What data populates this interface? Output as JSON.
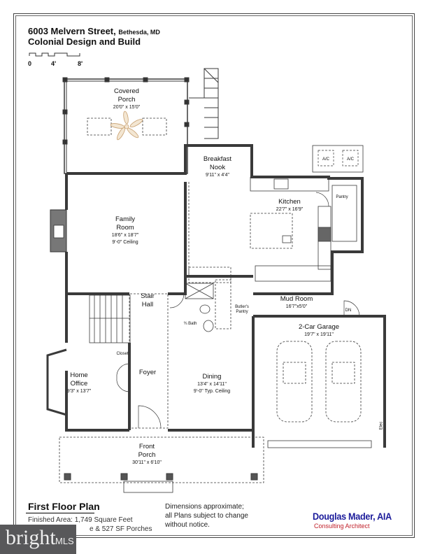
{
  "header": {
    "address": "6003 Melvern Street,",
    "city": "Bethesda, MD",
    "builder": "Colonial Design and Build",
    "scale_labels": [
      "0",
      "4'",
      "8'"
    ]
  },
  "rooms": {
    "covered_porch": {
      "name1": "Covered",
      "name2": "Porch",
      "dim": "20'0\" x 15'0\""
    },
    "breakfast_nook": {
      "name1": "Breakfast",
      "name2": "Nook",
      "dim": "9'11\" x 4'4\""
    },
    "kitchen": {
      "name": "Kitchen",
      "dim": "22'7\" x 16'9\""
    },
    "pantry": {
      "name": "Pantry"
    },
    "family_room": {
      "name1": "Family",
      "name2": "Room",
      "dim": "18'6\" x 18'7\"",
      "ceiling": "9'-0\" Ceiling"
    },
    "mud_room": {
      "name": "Mud Room",
      "dim": "16'7\"x5'0\""
    },
    "butlers_pantry": {
      "name1": "Butler's",
      "name2": "Pantry"
    },
    "stair_hall": {
      "name1": "Stair",
      "name2": "Hall"
    },
    "bath": {
      "name": "¾ Bath"
    },
    "closet": {
      "name": "Closet"
    },
    "garage": {
      "name": "2-Car Garage",
      "dim": "19'7\" x 19'11\""
    },
    "home_office": {
      "name1": "Home",
      "name2": "Office",
      "dim": "9'3\" x 13'7\""
    },
    "foyer": {
      "name": "Foyer"
    },
    "dining": {
      "name": "Dining",
      "dim": "13'4\" x 14'11\"",
      "ceiling": "9'-0\" Typ. Ceiling"
    },
    "front_porch": {
      "name1": "Front",
      "name2": "Porch",
      "dim": "30'11\" x 6'10\""
    },
    "ac_label": "A/C",
    "dn_label": "DN",
    "elec_label": "Elec"
  },
  "footer": {
    "plan_title": "First Floor Plan",
    "area_line1": "Finished Area: 1,749 Square Feet",
    "area_line2": "e & 527 SF Porches",
    "disclaimer1": "Dimensions approximate;",
    "disclaimer2": "all Plans subject to change",
    "disclaimer3": "without notice.",
    "architect": "Douglas Mader, AIA",
    "architect_title": "Consulting Architect"
  },
  "watermark": {
    "brand": "bright",
    "suffix": "MLS"
  },
  "colors": {
    "wall": "#3a3a3a",
    "architect": "#1a1a9a",
    "architect_sub": "#c0202a",
    "fan": "#c8a070"
  }
}
